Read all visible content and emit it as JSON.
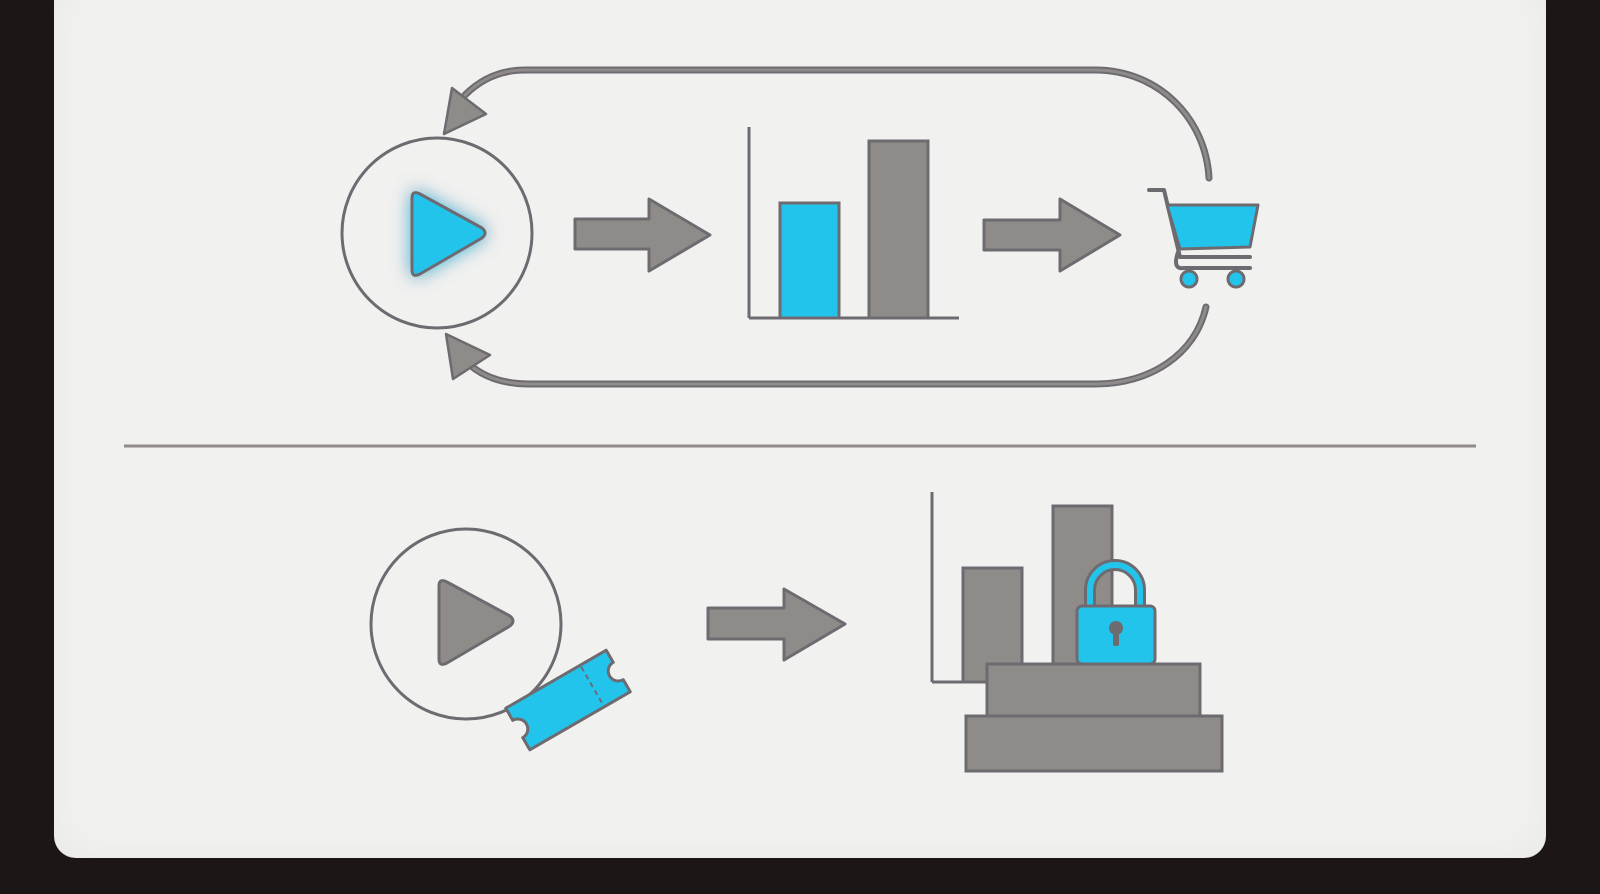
{
  "colors": {
    "background": "#1c1616",
    "panel": "#f1f1f0",
    "stroke": "#6e6b70",
    "gray_fill": "#8f8b89",
    "accent": "#22c4ec"
  },
  "diagram": {
    "top_flow": {
      "nodes": [
        "play-icon",
        "bar-chart-icon",
        "shopping-cart-icon"
      ],
      "loop": "cycle-arrows",
      "highlight": "accent"
    },
    "bottom_flow": {
      "nodes": [
        "play-icon-with-ticket",
        "bar-chart-on-locked-steps"
      ],
      "highlight": "ticket-and-lock"
    }
  }
}
